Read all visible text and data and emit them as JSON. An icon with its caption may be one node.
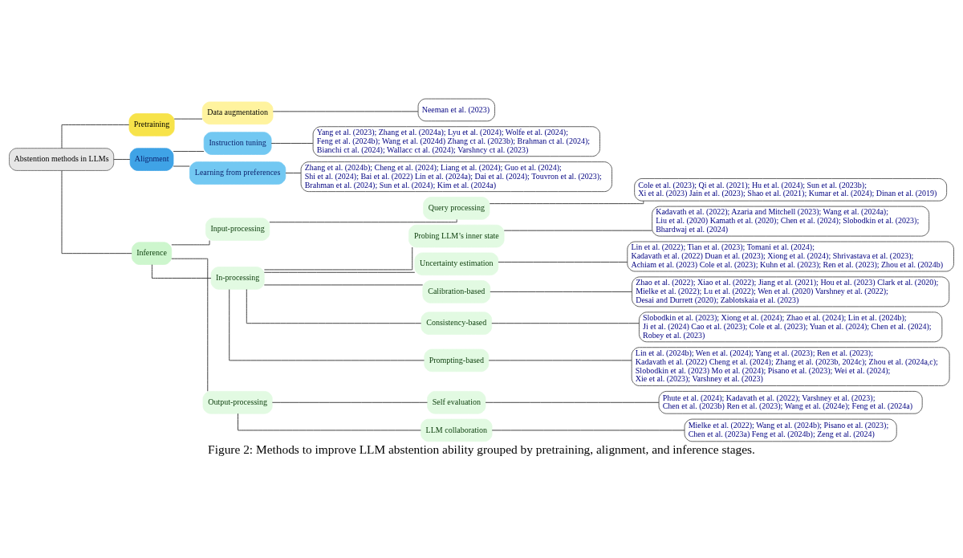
{
  "diagram": {
    "caption": "Figure 2: Methods to improve LLM abstention ability grouped by pretraining, alignment, and inference stages.",
    "nodes": [
      {
        "text": [
          "Abstention methods in LLMs"
        ]
      },
      {
        "text": [
          "Pretraining"
        ]
      },
      {
        "text": [
          "Data augmentation"
        ]
      },
      {
        "text": [
          "Neeman et al. (2023)"
        ]
      },
      {
        "text": [
          "Alignment"
        ]
      },
      {
        "text": [
          "Instruction tuning"
        ]
      },
      {
        "text": [
          "Yang et al. (2023); Zhang et al. (2024a); Lyu et al. (2024); Wolfe et al. (2024); Feng et al. (2024b); Wang et al. (2024d) Zhang ct al. (2023b); Brahman ct al. (2024); Bianchi ct al. (2024); Wallacc ct al. (2024); Varshncy ct al. (2023)"
        ]
      },
      {
        "text": [
          "Learning from preferences"
        ]
      },
      {
        "text": [
          "Zhang et al. (2024b); Cheng et al. (2024); Liang et al. (2024); Guo et al. (2024); Shi et al. (2024); Bai et al. (2022) Lin et al. (2024a); Dai et al. (2024); Touvron et al. (2023); Brahman et al. (2024); Sun et al. (2024); Kim et al. (2024a)"
        ]
      },
      {
        "text": [
          "Inference"
        ]
      },
      {
        "text": [
          "Input-processing"
        ]
      },
      {
        "text": [
          "Query processing"
        ]
      },
      {
        "text": [
          "Cole et al. (2023); Qi et al. (2021); Hu et al. (2024); Sun et al. (2023b); Xi et al. (2023) Jain et al. (2023); Shao et al. (2021); Kumar et al. (2024); Dinan et al. (2019)"
        ]
      },
      {
        "text": [
          "In-processing"
        ]
      },
      {
        "text": [
          "Probing LLM’s inner state"
        ]
      },
      {
        "text": [
          "Kadavath et al. (2022); Azaria and Mitchell (2023); Wang et al. (2024a); Liu et al. (2020) Kamath et al. (2020); Chen et al. (2024); Slobodkin et al. (2023); Bhardwaj et al. (2024)"
        ]
      },
      {
        "text": [
          "Uncertainty estimation"
        ]
      },
      {
        "text": [
          "Lin et al. (2022); Tian et al. (2023); Tomani et al. (2024); Kadavath et al. (2022) Duan et al. (2023); Xiong et al. (2024); Shrivastava et al. (2023); Achiam et al. (2023) Cole et al. (2023); Kuhn et al. (2023); Ren et al. (2023); Zhou et al. (2024b)"
        ]
      },
      {
        "text": [
          "Calibration-based"
        ]
      },
      {
        "text": [
          "Zhao et al. (2022); Xiao et al. (2022); Jiang et al. (2021); Hou et al. (2023) Clark et al. (2020); Mielke et al. (2022); Lu et al. (2022); Wen et al. (2020) Varshney et al. (2022); Desai and Durrett (2020); Zablotskaia et al. (2023)"
        ]
      },
      {
        "text": [
          "Consistency-based"
        ]
      },
      {
        "text": [
          "Slobodkin et al. (2023); Xiong et al. (2024); Zhao et al. (2024); Lin et al. (2024b); Ji et al. (2024) Cao et al. (2023); Cole et al. (2023); Yuan et al. (2024); Chen et al. (2024); Robey et al. (2023)"
        ]
      },
      {
        "text": [
          "Prompting-based"
        ]
      },
      {
        "text": [
          "Lin et al. (2024b); Wen et al. (2024); Yang et al. (2023); Ren et al. (2023); Kadavath et al. (2022) Cheng et al. (2024); Zhang et al. (2023b, 2024c); Zhou et al. (2024a,c); Slobodkin et al. (2023) Mo et al. (2024); Pisano et al. (2023); Wei et al. (2024); Xie et al. (2023); Varshney et al. (2023)"
        ]
      },
      {
        "text": [
          "Output-processing"
        ]
      },
      {
        "text": [
          "Self evaluation"
        ]
      },
      {
        "text": [
          "Phute et al. (2024); Kadavath et al. (2022); Varshney et al. (2023); Chen et al. (2023b) Ren et al. (2023); Wang et al. (2024e); Feng et al. (2024a)"
        ]
      },
      {
        "text": [
          "LLM collaboration"
        ]
      },
      {
        "text": [
          "Mielke et al. (2022); Wang et al. (2024b); Pisano et al. (2023); Chen et al. (2023a) Feng et al. (2024b); Zeng et al. (2024)"
        ]
      }
    ],
    "edges": [
      {
        "from": 0,
        "to": 1,
        "arrow": "none"
      },
      {
        "from": 1,
        "to": 2,
        "arrow": "none"
      },
      {
        "from": 2,
        "to": 3,
        "arrow": "none"
      },
      {
        "from": 0,
        "to": 4,
        "arrow": "none"
      },
      {
        "from": 4,
        "to": 5,
        "arrow": "none"
      },
      {
        "from": 5,
        "to": 6,
        "arrow": "none"
      },
      {
        "from": 4,
        "to": 7,
        "arrow": "none"
      },
      {
        "from": 7,
        "to": 8,
        "arrow": "none"
      },
      {
        "from": 0,
        "to": 9,
        "arrow": "none"
      },
      {
        "from": 9,
        "to": 10,
        "arrow": "none"
      },
      {
        "from": 10,
        "to": 11,
        "arrow": "none"
      },
      {
        "from": 11,
        "to": 12,
        "arrow": "none"
      },
      {
        "from": 9,
        "to": 13,
        "arrow": "none"
      },
      {
        "from": 13,
        "to": 14,
        "arrow": "none"
      },
      {
        "from": 14,
        "to": 15,
        "arrow": "none"
      },
      {
        "from": 13,
        "to": 16,
        "arrow": "none"
      },
      {
        "from": 16,
        "to": 17,
        "arrow": "none"
      },
      {
        "from": 13,
        "to": 18,
        "arrow": "none"
      },
      {
        "from": 18,
        "to": 19,
        "arrow": "none"
      },
      {
        "from": 13,
        "to": 20,
        "arrow": "none"
      },
      {
        "from": 20,
        "to": 21,
        "arrow": "none"
      },
      {
        "from": 13,
        "to": 22,
        "arrow": "none"
      },
      {
        "from": 22,
        "to": 23,
        "arrow": "none"
      },
      {
        "from": 9,
        "to": 24,
        "arrow": "none"
      },
      {
        "from": 24,
        "to": 25,
        "arrow": "none"
      },
      {
        "from": 25,
        "to": 26,
        "arrow": "none"
      },
      {
        "from": 24,
        "to": 27,
        "arrow": "none"
      },
      {
        "from": 27,
        "to": 28,
        "arrow": "none"
      }
    ]
  }
}
